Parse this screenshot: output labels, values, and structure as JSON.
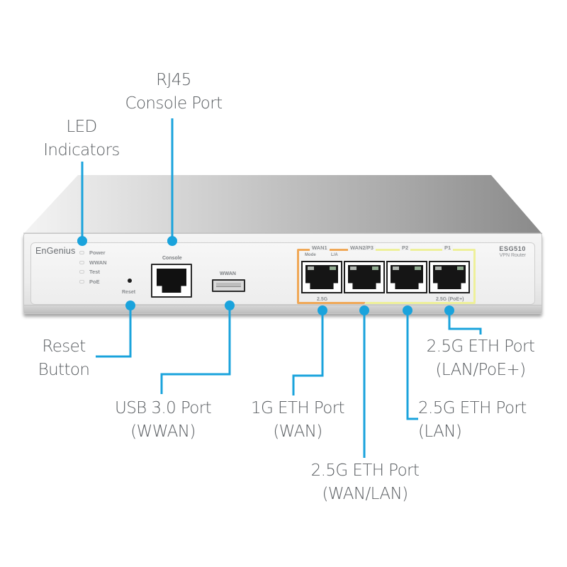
{
  "device": {
    "brand": "EnGenius",
    "model": "ESG510",
    "model_subtitle": "VPN Router",
    "leds": [
      "Power",
      "WWAN",
      "Test",
      "PoE"
    ],
    "reset_label": "Reset",
    "console_label": "Console",
    "usb_label": "WWAN",
    "eth_ports": [
      {
        "header": "WAN1",
        "led_left_label": "Mode",
        "led_right_label": "L/A"
      },
      {
        "header": "WAN2/P3"
      },
      {
        "header": "P2"
      },
      {
        "header": "P1"
      }
    ],
    "eth_footer_left": "2.5G",
    "eth_footer_right": "2.5G (PoE+)",
    "colors": {
      "callout": "#1aa3dc",
      "orange_group": "#f0a857",
      "yellow_group": "#eef09a",
      "label_text": "#5a5e62"
    }
  },
  "callouts": {
    "rj45_console": [
      "RJ45",
      "Console Port"
    ],
    "led_indicators": [
      "LED",
      "Indicators"
    ],
    "reset_button": [
      "Reset",
      "Button"
    ],
    "usb_port": [
      "USB 3.0 Port",
      "(WWAN)"
    ],
    "eth_1g_wan": [
      "1G ETH Port",
      "(WAN)"
    ],
    "eth_25g_wanlan": [
      "2.5G ETH Port",
      "(WAN/LAN)"
    ],
    "eth_25g_lan": [
      "2.5G ETH Port",
      "(LAN)"
    ],
    "eth_25g_lan_poe": [
      "2.5G ETH Port",
      "(LAN/PoE+)"
    ]
  }
}
